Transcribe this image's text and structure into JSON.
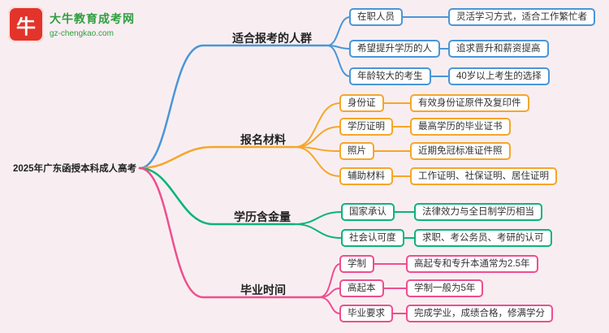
{
  "page": {
    "background": "#f8eef2"
  },
  "logo": {
    "icon_char": "牛",
    "brand": "大牛教育成考网",
    "domain": "gz-chengkao.com",
    "red": "#e3342b",
    "green": "#2f9e3f"
  },
  "root": {
    "label": "2025年广东函授本科成人高考"
  },
  "branches": [
    {
      "label": "适合报考的人群",
      "color": "#4a96d8",
      "children": [
        {
          "label": "在职人员",
          "value": "灵活学习方式，适合工作繁忙者"
        },
        {
          "label": "希望提升学历的人",
          "value": "追求晋升和薪资提高"
        },
        {
          "label": "年龄较大的考生",
          "value": "40岁以上考生的选择"
        }
      ]
    },
    {
      "label": "报名材料",
      "color": "#f6a62a",
      "children": [
        {
          "label": "身份证",
          "value": "有效身份证原件及复印件"
        },
        {
          "label": "学历证明",
          "value": "最高学历的毕业证书"
        },
        {
          "label": "照片",
          "value": "近期免冠标准证件照"
        },
        {
          "label": "辅助材料",
          "value": "工作证明、社保证明、居住证明"
        }
      ]
    },
    {
      "label": "学历含金量",
      "color": "#0cb478",
      "children": [
        {
          "label": "国家承认",
          "value": "法律效力与全日制学历相当"
        },
        {
          "label": "社会认可度",
          "value": "求职、考公务员、考研的认可"
        }
      ]
    },
    {
      "label": "毕业时间",
      "color": "#ef4e8e",
      "children": [
        {
          "label": "学制",
          "value": "高起专和专升本通常为2.5年"
        },
        {
          "label": "高起本",
          "value": "学制一般为5年"
        },
        {
          "label": "毕业要求",
          "value": "完成学业，成绩合格，修满学分"
        }
      ]
    }
  ]
}
